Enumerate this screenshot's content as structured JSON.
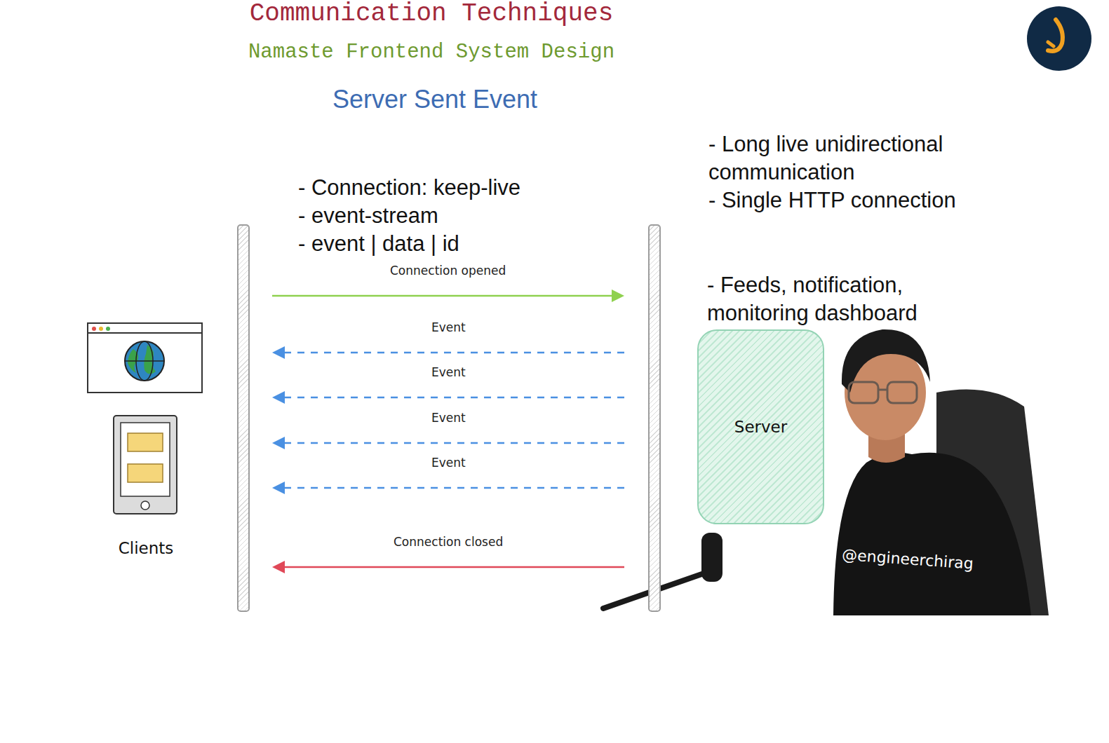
{
  "diagram": {
    "title": "Communication Techniques",
    "nodes": [
      {
        "text": [
          "Clients"
        ]
      },
      {
        "text": [
          "Server"
        ]
      }
    ],
    "edges": [
      {
        "from": 0,
        "to": 1,
        "arrow": "to",
        "label": "Connection opened"
      },
      {
        "from": 1,
        "to": 0,
        "arrow": "to",
        "label": "Event"
      },
      {
        "from": 1,
        "to": 0,
        "arrow": "to",
        "label": "Event"
      },
      {
        "from": 1,
        "to": 0,
        "arrow": "to",
        "label": "Event"
      },
      {
        "from": 1,
        "to": 0,
        "arrow": "to",
        "label": "Event"
      },
      {
        "from": 1,
        "to": 0,
        "arrow": "to",
        "label": "Connection closed"
      }
    ],
    "labels": [
      "Namaste Frontend System Design",
      "Server Sent Event",
      "- Connection: keep-live",
      "- event-stream",
      "- event | data | id",
      "- Long live unidirectional communication",
      "- Single HTTP connection",
      "- Feeds, notification, monitoring dashboard",
      "@engineerchirag"
    ]
  }
}
